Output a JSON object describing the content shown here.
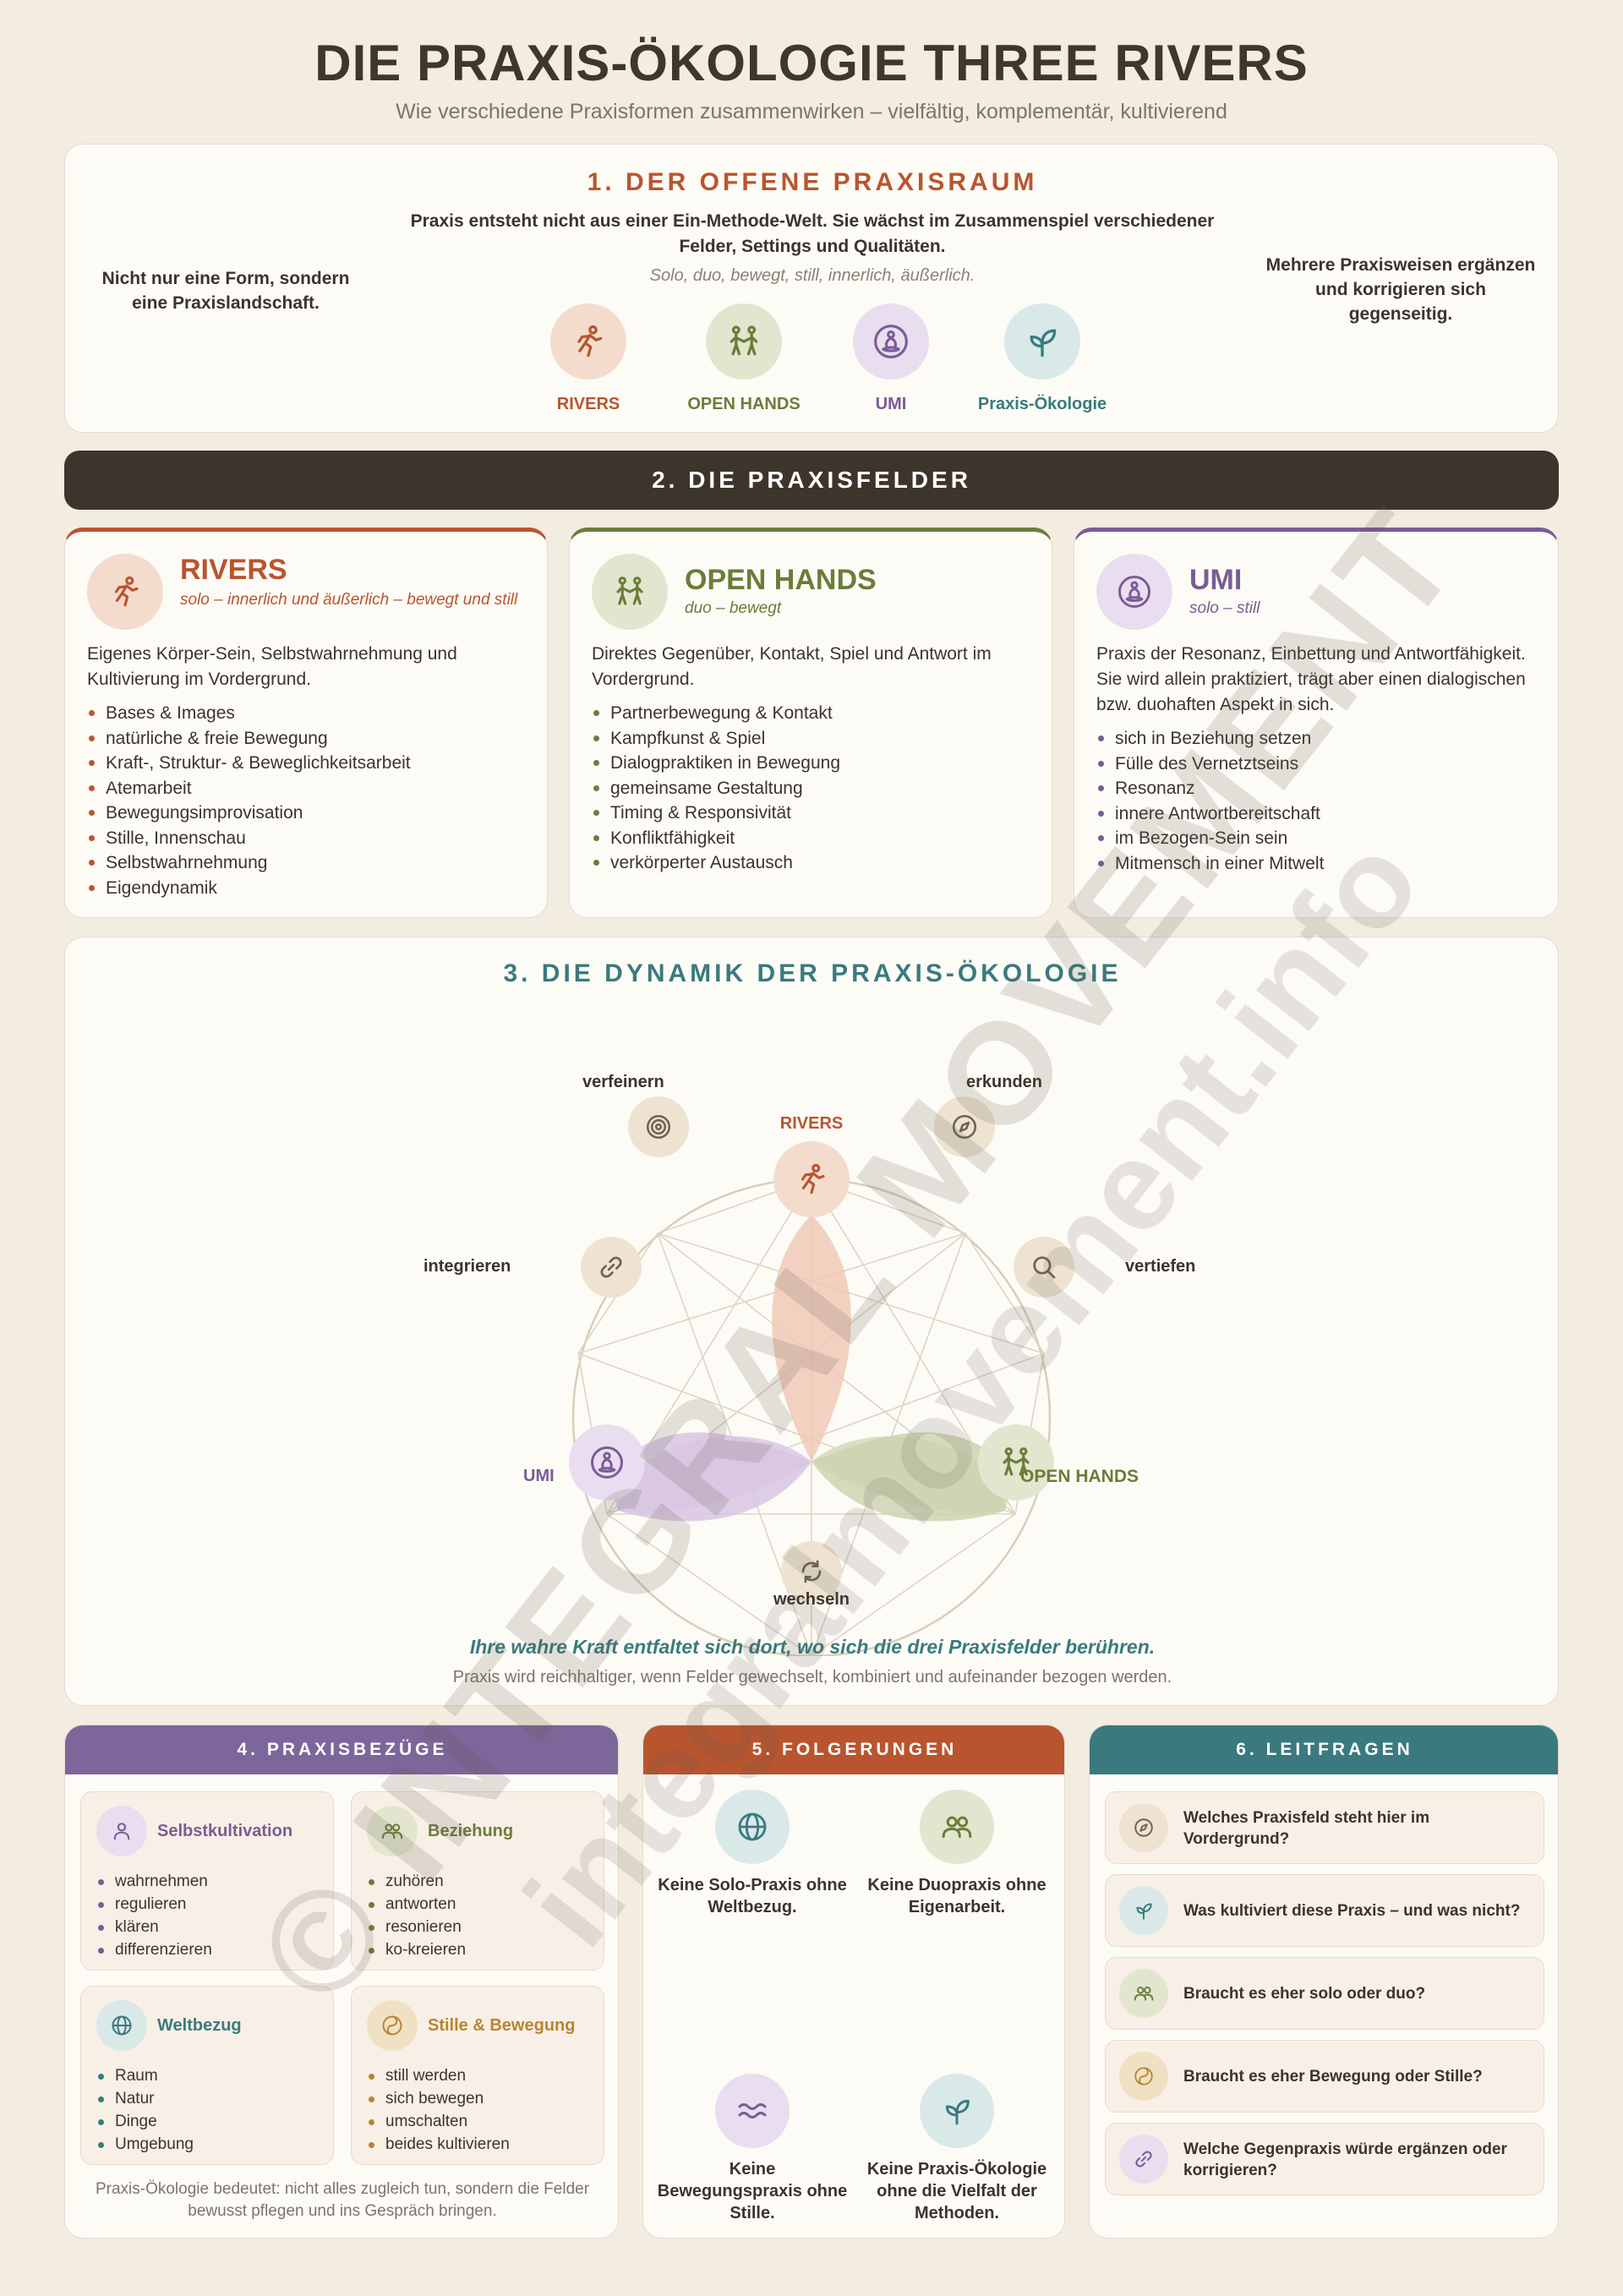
{
  "header": {
    "title": "DIE PRAXIS-ÖKOLOGIE THREE RIVERS",
    "subtitle": "Wie verschiedene Praxisformen zusammenwirken – vielfältig, komplementär, kultivierend"
  },
  "section1": {
    "title": "1. DER OFFENE PRAXISRAUM",
    "lead": "Praxis entsteht nicht aus einer Ein-Methode-Welt. Sie wächst im Zusammenspiel verschiedener Felder, Settings und Qualitäten.",
    "sub": "Solo, duo, bewegt, still, innerlich, äußerlich.",
    "left_note": "Nicht nur eine Form, sondern eine Praxislandschaft.",
    "right_note": "Mehrere Praxisweisen ergänzen und korrigieren sich gegenseitig.",
    "icons": [
      {
        "label": "RIVERS",
        "icon": "runner-icon"
      },
      {
        "label": "OPEN HANDS",
        "icon": "partners-icon"
      },
      {
        "label": "UMI",
        "icon": "meditation-icon"
      },
      {
        "label": "Praxis-Ökologie",
        "icon": "sprout-icon"
      }
    ]
  },
  "section2": {
    "title": "2. DIE PRAXISFELDER",
    "cards": [
      {
        "name": "RIVERS",
        "tagline": "solo – innerlich und äußerlich – bewegt und still",
        "desc": "Eigenes Körper-Sein, Selbstwahrnehmung und Kultivierung im Vordergrund.",
        "items": [
          "Bases & Images",
          "natürliche & freie Bewegung",
          "Kraft-, Struktur- & Beweglichkeitsarbeit",
          "Atemarbeit",
          "Bewegungsimprovisation",
          "Stille, Innenschau",
          "Selbstwahrnehmung",
          "Eigendynamik"
        ]
      },
      {
        "name": "OPEN HANDS",
        "tagline": "duo – bewegt",
        "desc": "Direktes Gegenüber, Kontakt, Spiel und Antwort im Vordergrund.",
        "items": [
          "Partnerbewegung & Kontakt",
          "Kampfkunst & Spiel",
          "Dialogpraktiken in Bewegung",
          "gemeinsame Gestaltung",
          "Timing & Responsivität",
          "Konfliktfähigkeit",
          "verkörperter Austausch"
        ]
      },
      {
        "name": "UMI",
        "tagline": "solo – still",
        "desc": "Praxis der Resonanz, Einbettung und Antwortfähigkeit. Sie wird allein praktiziert, trägt aber einen dialogischen bzw. duohaften Aspekt in sich.",
        "items": [
          "sich in Beziehung setzen",
          "Fülle des Vernetztseins",
          "Resonanz",
          "innere Antwortbereitschaft",
          "im Bezogen-Sein sein",
          "Mitmensch in einer Mitwelt"
        ]
      }
    ]
  },
  "section3": {
    "title": "3. DIE DYNAMIK DER PRAXIS-ÖKOLOGIE",
    "nodes": {
      "rivers": "RIVERS",
      "open_hands": "OPEN HANDS",
      "umi": "UMI",
      "verfeinern": "verfeinern",
      "erkunden": "erkunden",
      "integrieren": "integrieren",
      "vertiefen": "vertiefen",
      "wechseln": "wechseln"
    },
    "claim": "Ihre wahre Kraft entfaltet sich dort, wo sich die drei Praxisfelder berühren.",
    "claim_sub": "Praxis wird reichhaltiger, wenn Felder gewechselt, kombiniert und aufeinander bezogen werden."
  },
  "section4": {
    "title": "4. PRAXISBEZÜGE",
    "boxes": [
      {
        "title": "Selbstkultivation",
        "items": [
          "wahrnehmen",
          "regulieren",
          "klären",
          "differenzieren"
        ]
      },
      {
        "title": "Beziehung",
        "items": [
          "zuhören",
          "antworten",
          "resonieren",
          "ko-kreieren"
        ]
      },
      {
        "title": "Weltbezug",
        "items": [
          "Raum",
          "Natur",
          "Dinge",
          "Umgebung"
        ]
      },
      {
        "title": "Stille & Bewegung",
        "items": [
          "still werden",
          "sich bewegen",
          "umschalten",
          "beides kultivieren"
        ]
      }
    ],
    "footer": "Praxis-Ökologie bedeutet: nicht alles zugleich tun, sondern die Felder bewusst pflegen und ins Gespräch bringen."
  },
  "section5": {
    "title": "5. FOLGERUNGEN",
    "items": [
      {
        "text": "Keine Solo-Praxis ohne Weltbezug.",
        "icon": "globe-icon"
      },
      {
        "text": "Keine Duopraxis ohne Eigenarbeit.",
        "icon": "people-icon"
      },
      {
        "text": "Keine Bewegungspraxis ohne Stille.",
        "icon": "waves-icon"
      },
      {
        "text": "Keine Praxis-Ökologie ohne die Vielfalt der Methoden.",
        "icon": "sprout-icon"
      }
    ]
  },
  "section6": {
    "title": "6. LEITFRAGEN",
    "items": [
      {
        "text": "Welches Praxisfeld steht hier im Vordergrund?",
        "icon": "compass-icon"
      },
      {
        "text": "Was kultiviert diese Praxis – und was nicht?",
        "icon": "sprout-icon"
      },
      {
        "text": "Braucht es eher solo oder duo?",
        "icon": "people-icon"
      },
      {
        "text": "Braucht es eher Bewegung oder Stille?",
        "icon": "yin-yang-icon"
      },
      {
        "text": "Welche Gegenpraxis würde ergänzen oder korrigieren?",
        "icon": "link-icon"
      }
    ]
  },
  "watermark": {
    "line1": "© INTEGRAL MOVEMENT",
    "line2": "integralmovement.info"
  },
  "colors": {
    "rivers": "#b8552f",
    "open_hands": "#6a7d3a",
    "umi": "#7a5c95",
    "eco": "#3a7a7e",
    "dark": "#3d352c"
  }
}
